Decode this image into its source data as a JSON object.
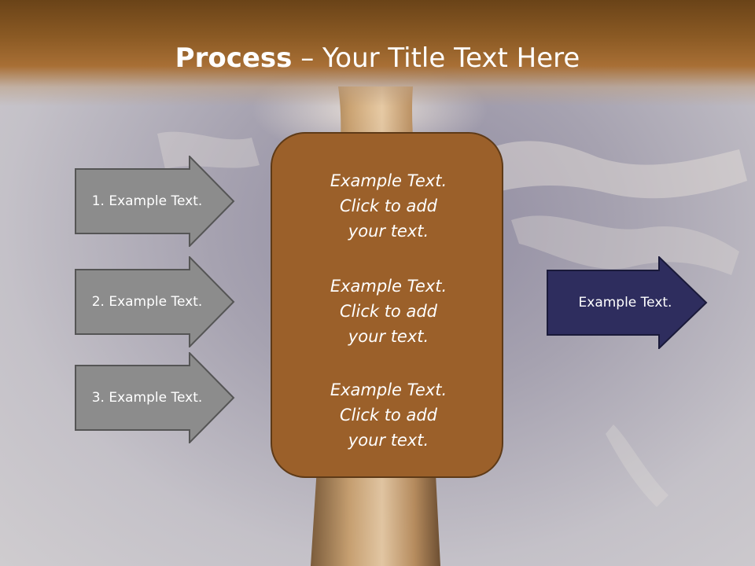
{
  "title": {
    "bold": "Process",
    "separator": " – ",
    "rest": "Your Title Text Here"
  },
  "left_steps": [
    {
      "label": "1. Example Text."
    },
    {
      "label": "2. Example Text."
    },
    {
      "label": "3. Example Text."
    }
  ],
  "center": {
    "blocks": [
      {
        "line1": "Example Text.",
        "line2": "Click  to add",
        "line3": "your text."
      },
      {
        "line1": "Example Text.",
        "line2": "Click  to add",
        "line3": "your text."
      },
      {
        "line1": "Example Text.",
        "line2": "Click  to add",
        "line3": "your text."
      }
    ]
  },
  "output": {
    "label": "Example Text."
  },
  "colors": {
    "header": "#8b5a24",
    "center_fill": "#9b602a",
    "step_fill": "#8c8c8c",
    "output_fill": "#2e2d5e"
  }
}
